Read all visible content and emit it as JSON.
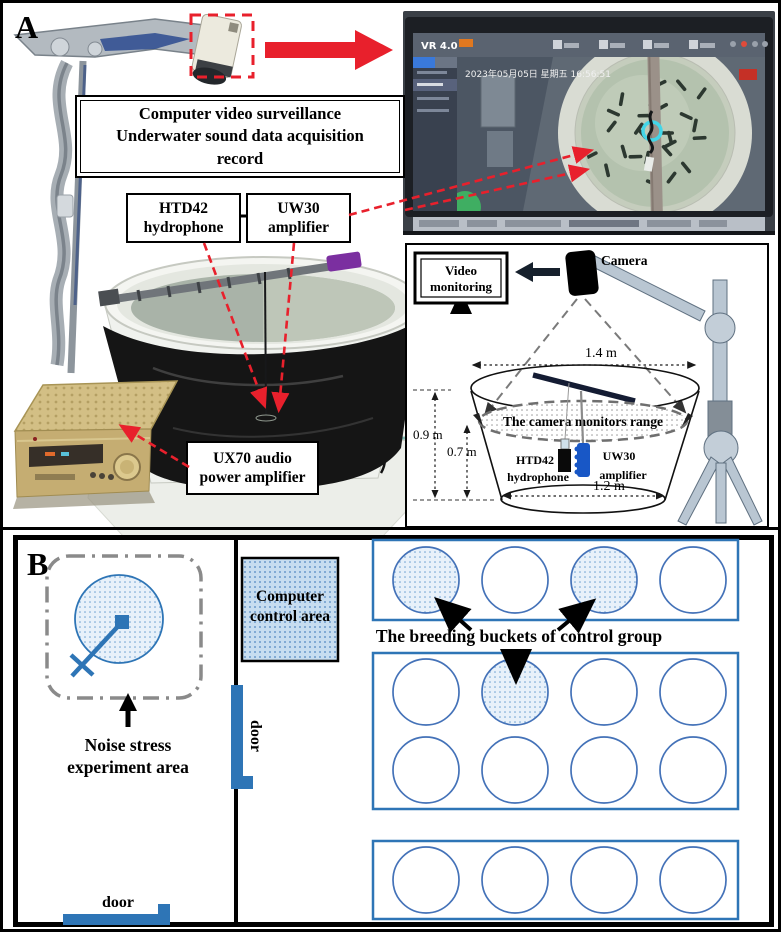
{
  "panel_a": {
    "label": "A",
    "surveillance_box": {
      "line1": "Computer video surveillance",
      "line2": "Underwater sound data acquisition record"
    },
    "hydrophone_box": {
      "line1": "HTD42",
      "line2": "hydrophone"
    },
    "amplifier_box": {
      "line1": "UW30",
      "line2": "amplifier"
    },
    "power_amp_box": {
      "line1": "UX70 audio",
      "line2": "power amplifier"
    },
    "monitor": {
      "logo": "VR 4.0",
      "timestamp": "2023年05月05日 星期五 16:56:51"
    },
    "diagram": {
      "video_line1": "Video",
      "video_line2": "monitoring",
      "camera_label": "Camera",
      "width_top": "1.4 m",
      "range_label": "The camera monitors range",
      "depth_outer": "0.9 m",
      "depth_inner": "0.7 m",
      "width_bottom": "1.2 m",
      "hyd_line1": "HTD42",
      "hyd_line2": "hydrophone",
      "amp_line1": "UW30",
      "amp_line2": "amplifier"
    }
  },
  "panel_b": {
    "label": "B",
    "computer_area": {
      "line1": "Computer",
      "line2": "control area"
    },
    "breeding_caption": "The breeding buckets of control group",
    "noise_area": {
      "line1": "Noise stress",
      "line2": "experiment area"
    },
    "door_side": "door",
    "door_bottom": "door",
    "bucket_groups": [
      {
        "rows": 1,
        "cols": 4,
        "dotted": [
          0,
          2
        ]
      },
      {
        "rows": 2,
        "cols": 4,
        "dotted": [
          1
        ]
      },
      {
        "rows": 1,
        "cols": 4,
        "dotted": []
      }
    ]
  },
  "colors": {
    "accent_blue": "#2e75b6",
    "arrow_red": "#e8202c",
    "area_dot_fill": "#e8f1fa"
  }
}
